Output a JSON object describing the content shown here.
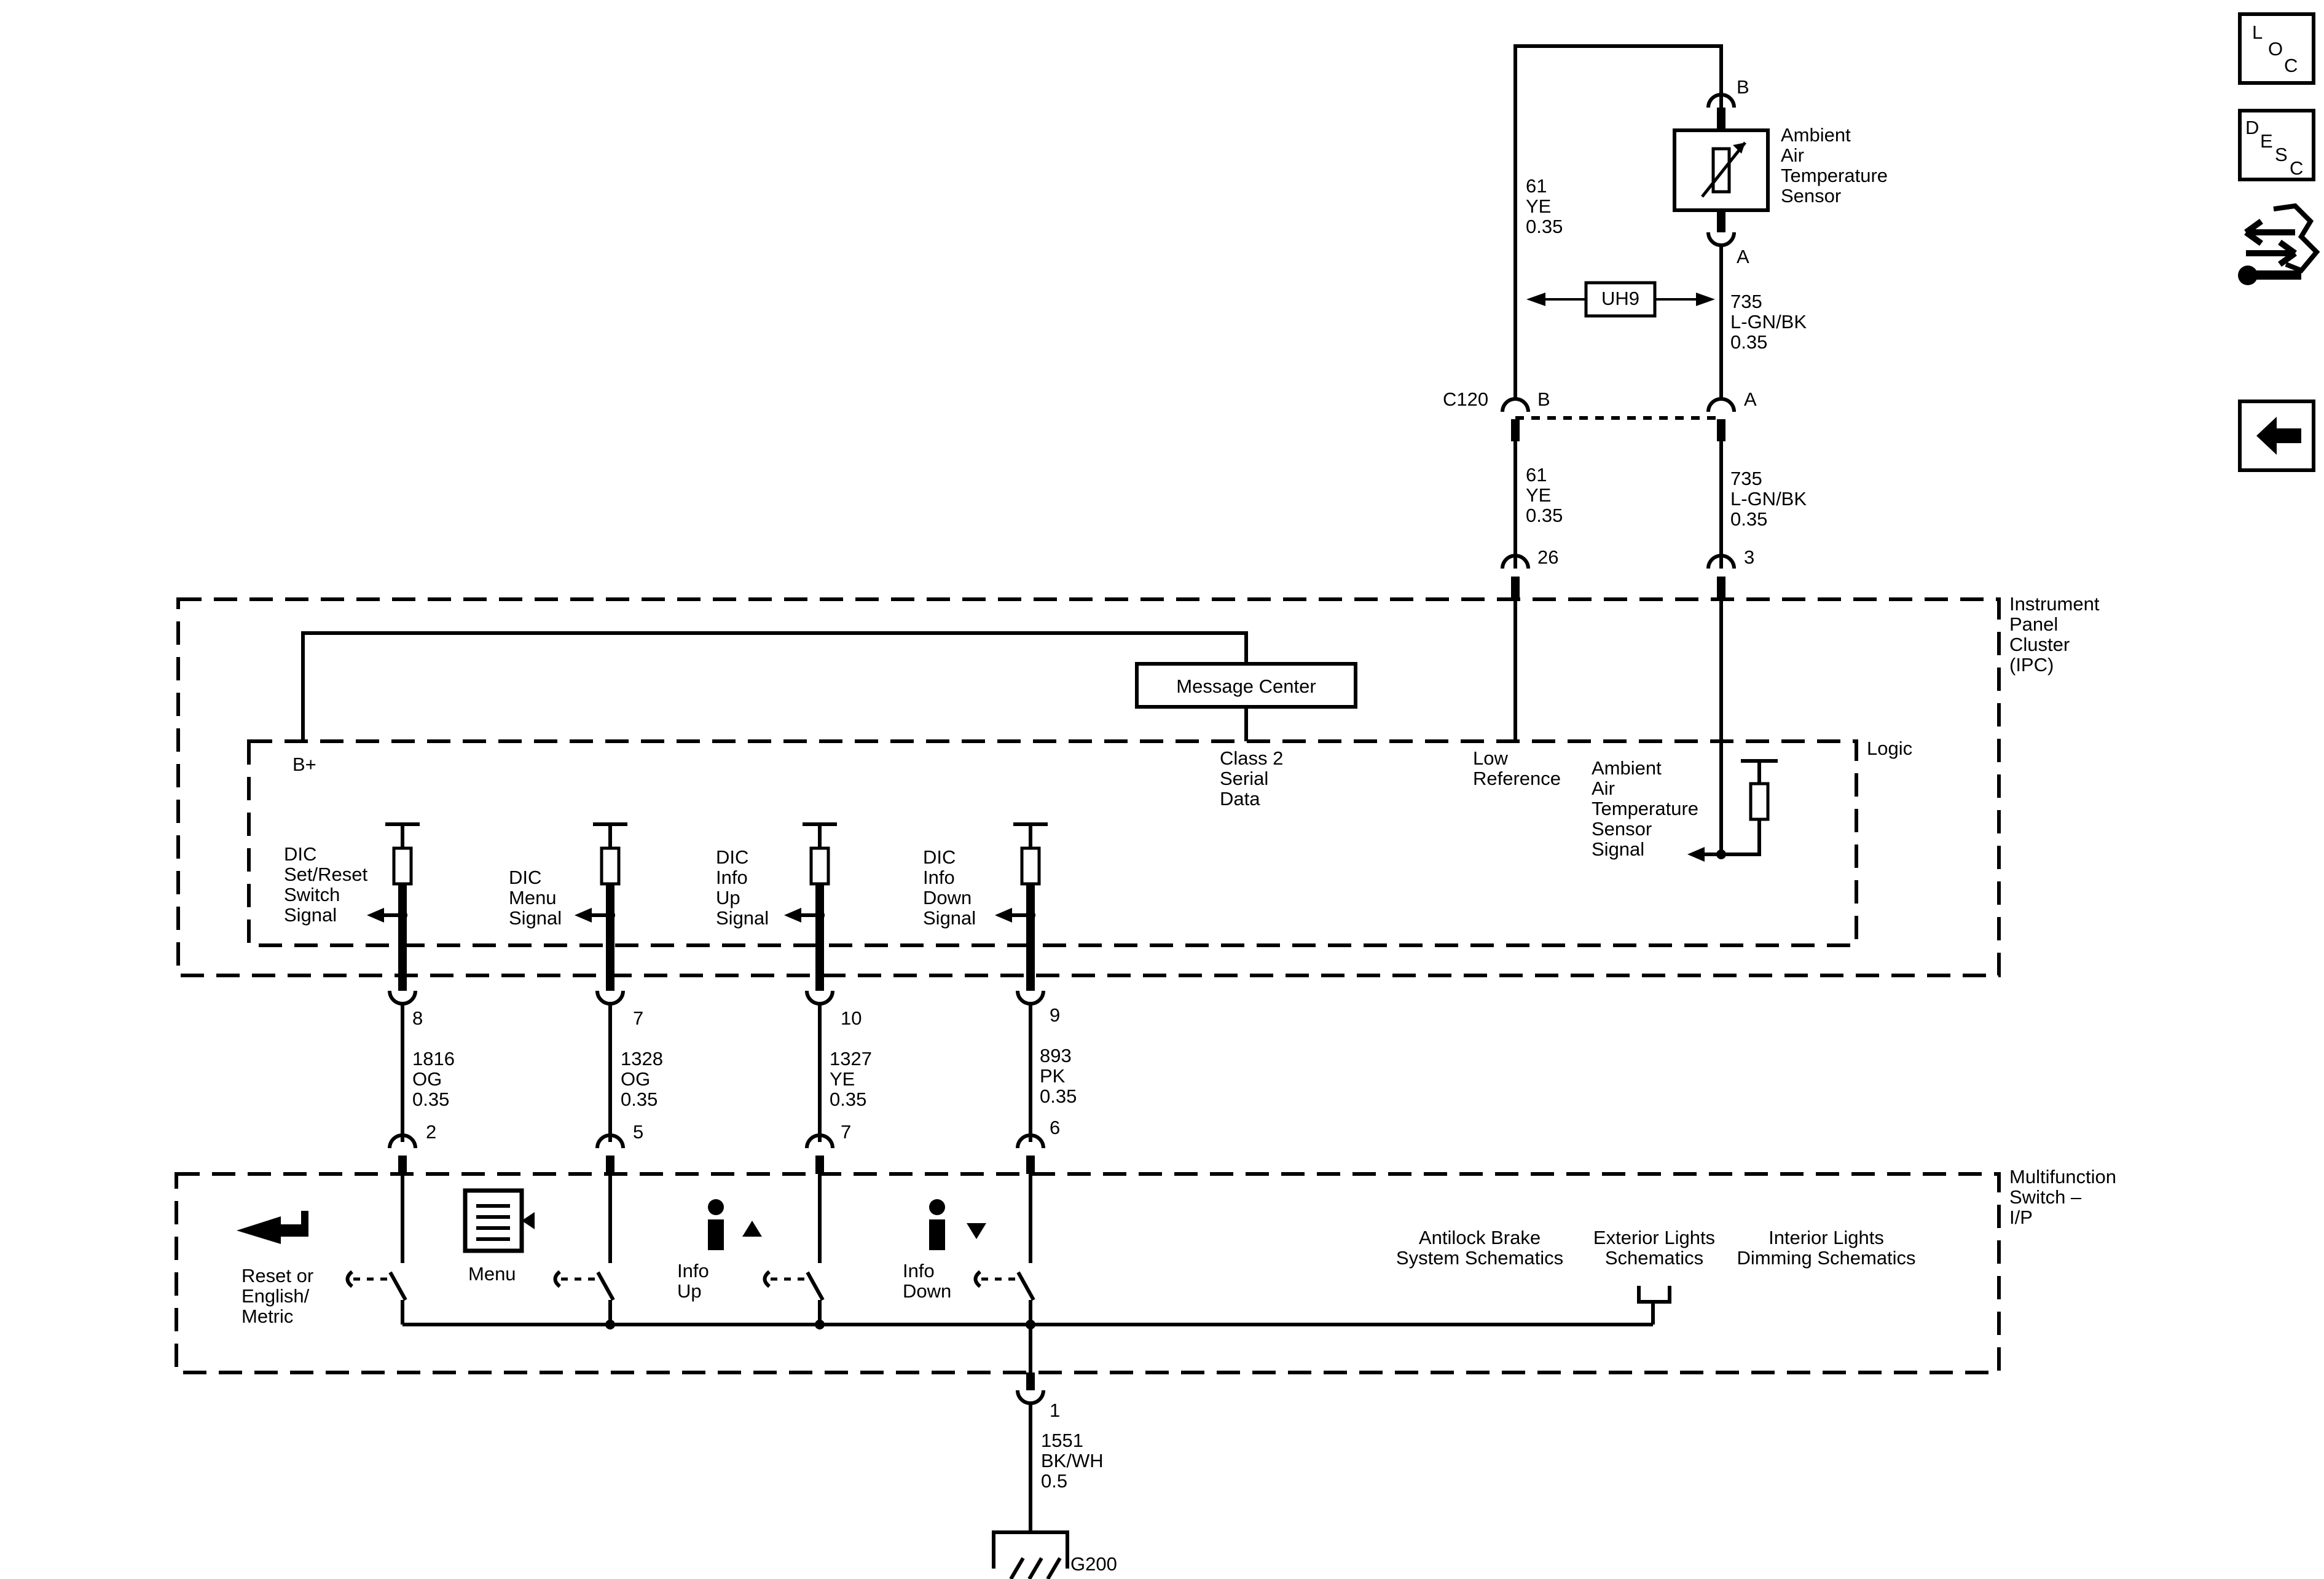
{
  "nav": {
    "loc": {
      "l1": "L",
      "l2": "O",
      "l3": "C"
    },
    "desc": {
      "l1": "D",
      "l2": "E",
      "l3": "S",
      "l4": "C"
    },
    "back_icon": "arrow-left-icon",
    "connector_icon": "connector-tool-icon"
  },
  "sensor": {
    "name": [
      "Ambient",
      "Air",
      "Temperature",
      "Sensor"
    ],
    "pin_b": "B",
    "pin_a": "A"
  },
  "wires_top": {
    "left": {
      "circuit": "61",
      "color": "YE",
      "gauge": "0.35"
    },
    "right": {
      "circuit": "735",
      "color": "L-GN/BK",
      "gauge": "0.35"
    },
    "option": "UH9"
  },
  "c120": {
    "label": "C120",
    "pin_b": "B",
    "pin_a": "A"
  },
  "wires_mid": {
    "left": {
      "circuit": "61",
      "color": "YE",
      "gauge": "0.35"
    },
    "right": {
      "circuit": "735",
      "color": "L-GN/BK",
      "gauge": "0.35"
    },
    "pin_left": "26",
    "pin_right": "3"
  },
  "ipc": {
    "name": [
      "Instrument",
      "Panel",
      "Cluster",
      "(IPC)"
    ],
    "message_center": "Message Center",
    "class2": [
      "Class 2",
      "Serial",
      "Data"
    ],
    "bplus": "B+",
    "logic": "Logic",
    "low_ref": [
      "Low",
      "Reference"
    ],
    "aat_signal": [
      "Ambient",
      "Air",
      "Temperature",
      "Sensor",
      "Signal"
    ],
    "signals": [
      {
        "label": [
          "DIC",
          "Set/Reset",
          "Switch",
          "Signal"
        ]
      },
      {
        "label": [
          "DIC",
          "Menu",
          "Signal"
        ]
      },
      {
        "label": [
          "DIC",
          "Info",
          "Up",
          "Signal"
        ]
      },
      {
        "label": [
          "DIC",
          "Info",
          "Down",
          "Signal"
        ]
      }
    ]
  },
  "dic_wires": [
    {
      "ipc_pin": "8",
      "circuit": "1816",
      "color": "OG",
      "gauge": "0.35",
      "sw_pin": "2"
    },
    {
      "ipc_pin": "7",
      "circuit": "1328",
      "color": "OG",
      "gauge": "0.35",
      "sw_pin": "5"
    },
    {
      "ipc_pin": "10",
      "circuit": "1327",
      "color": "YE",
      "gauge": "0.35",
      "sw_pin": "7"
    },
    {
      "ipc_pin": "9",
      "circuit": "893",
      "color": "PK",
      "gauge": "0.35",
      "sw_pin": "6"
    }
  ],
  "mfs": {
    "name": [
      "Multifunction",
      "Switch –",
      "I/P"
    ],
    "switches": [
      {
        "label": [
          "Reset or",
          "English/",
          "Metric"
        ],
        "icon": "enter-arrow-icon"
      },
      {
        "label": [
          "Menu"
        ],
        "icon": "menu-icon"
      },
      {
        "label": [
          "Info",
          "Up"
        ],
        "icon": "info-up-icon"
      },
      {
        "label": [
          "Info",
          "Down"
        ],
        "icon": "info-down-icon"
      }
    ],
    "refs": [
      {
        "label": [
          "Antilock Brake",
          "System Schematics"
        ]
      },
      {
        "label": [
          "Exterior Lights",
          "Schematics"
        ]
      },
      {
        "label": [
          "Interior Lights",
          "Dimming Schematics"
        ]
      }
    ]
  },
  "ground": {
    "pin": "1",
    "circuit": "1551",
    "color": "BK/WH",
    "gauge": "0.5",
    "label": "G200"
  }
}
